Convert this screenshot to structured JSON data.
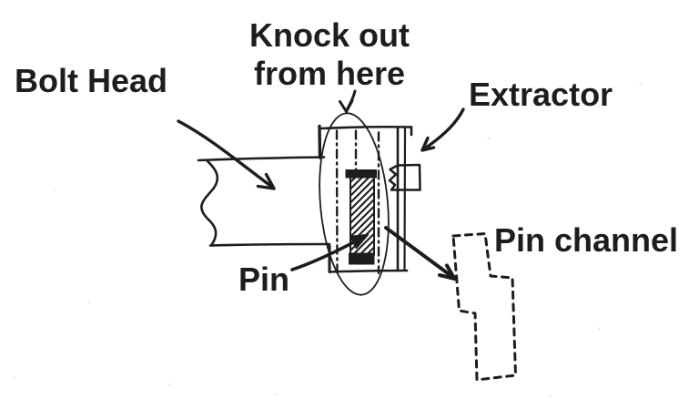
{
  "canvas": {
    "background_color": "#ffffff",
    "ink_color": "#1d1d1d"
  },
  "labels": {
    "bolt_head": "Bolt Head",
    "knock_out_line1": "Knock out",
    "knock_out_line2": "from here",
    "extractor": "Extractor",
    "pin": "Pin",
    "pin_channel": "Pin channel"
  }
}
